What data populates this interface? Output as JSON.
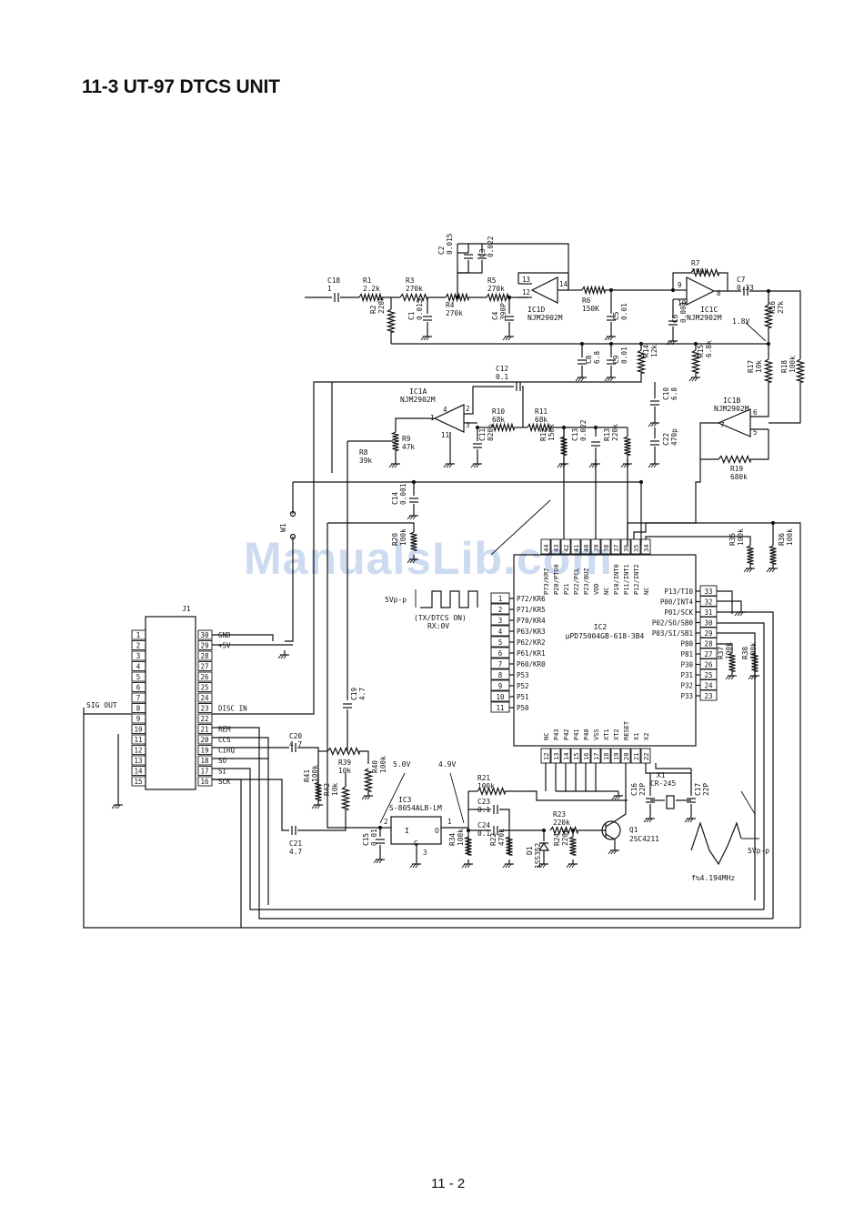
{
  "page": {
    "title": "11-3  UT-97 DTCS UNIT",
    "page_number": "11 - 2",
    "watermark": "ManualsLib.com"
  },
  "ics": {
    "ic1d": {
      "ref": "IC1D",
      "part": "NJM2902M",
      "pins": [
        "13",
        "12",
        "14"
      ]
    },
    "ic1c": {
      "ref": "IC1C",
      "part": "NJM2902M",
      "pins": [
        "9",
        "10",
        "8"
      ]
    },
    "ic1a": {
      "ref": "IC1A",
      "part": "NJM2902M",
      "pins": [
        "2",
        "3",
        "1",
        "4",
        "11"
      ]
    },
    "ic1b": {
      "ref": "IC1B",
      "part": "NJM2902M",
      "pins": [
        "6",
        "5",
        "7"
      ]
    },
    "ic2": {
      "ref": "IC2",
      "part": "μPD75004GB-618-3B4",
      "left": [
        {
          "pin": "1",
          "name": "P72/KR6"
        },
        {
          "pin": "2",
          "name": "P71/KR5"
        },
        {
          "pin": "3",
          "name": "P70/KR4"
        },
        {
          "pin": "4",
          "name": "P63/KR3"
        },
        {
          "pin": "5",
          "name": "P62/KR2"
        },
        {
          "pin": "6",
          "name": "P61/KR1"
        },
        {
          "pin": "7",
          "name": "P60/KR0"
        },
        {
          "pin": "8",
          "name": "P53"
        },
        {
          "pin": "9",
          "name": "P52"
        },
        {
          "pin": "10",
          "name": "P51"
        },
        {
          "pin": "11",
          "name": "P50"
        }
      ],
      "right": [
        {
          "pin": "33",
          "name": "P13/TI0"
        },
        {
          "pin": "32",
          "name": "P00/INT4"
        },
        {
          "pin": "31",
          "name": "P01/SCK"
        },
        {
          "pin": "30",
          "name": "P02/SO/SB0"
        },
        {
          "pin": "29",
          "name": "P03/SI/SB1"
        },
        {
          "pin": "28",
          "name": "P80"
        },
        {
          "pin": "27",
          "name": "P81"
        },
        {
          "pin": "26",
          "name": "P30"
        },
        {
          "pin": "25",
          "name": "P31"
        },
        {
          "pin": "24",
          "name": "P32"
        },
        {
          "pin": "23",
          "name": "P33"
        }
      ],
      "bottom": [
        {
          "pin": "12",
          "name": "NC"
        },
        {
          "pin": "13",
          "name": "P43"
        },
        {
          "pin": "14",
          "name": "P42"
        },
        {
          "pin": "15",
          "name": "P41"
        },
        {
          "pin": "16",
          "name": "P40"
        },
        {
          "pin": "17",
          "name": "VSS"
        },
        {
          "pin": "18",
          "name": "XT1"
        },
        {
          "pin": "19",
          "name": "XT2"
        },
        {
          "pin": "20",
          "name": "RESET"
        },
        {
          "pin": "21",
          "name": "X1"
        },
        {
          "pin": "22",
          "name": "X2"
        }
      ],
      "top": [
        {
          "pin": "44",
          "name": "P73/KR7"
        },
        {
          "pin": "43",
          "name": "P20/PTO0"
        },
        {
          "pin": "42",
          "name": "P21"
        },
        {
          "pin": "41",
          "name": "P22/PCL"
        },
        {
          "pin": "40",
          "name": "P23/BUZ"
        },
        {
          "pin": "39",
          "name": "VDD"
        },
        {
          "pin": "38",
          "name": "NC"
        },
        {
          "pin": "37",
          "name": "P10/INT0"
        },
        {
          "pin": "36",
          "name": "P11/INT1"
        },
        {
          "pin": "35",
          "name": "P12/INT2"
        },
        {
          "pin": "34",
          "name": "NC"
        }
      ]
    },
    "ic3": {
      "ref": "IC3",
      "part": "S-8054ALB-LM",
      "pins": [
        "2",
        "I",
        "O",
        "1",
        "G",
        "3"
      ]
    }
  },
  "connector": {
    "ref": "J1",
    "left_pins": [
      "1",
      "2",
      "3",
      "4",
      "5",
      "6",
      "7",
      "8",
      "9",
      "10",
      "11",
      "12",
      "13",
      "14",
      "15"
    ],
    "right_pins": [
      {
        "pin": "30",
        "label": "GND"
      },
      {
        "pin": "29",
        "label": "+5V"
      },
      {
        "pin": "28",
        "label": ""
      },
      {
        "pin": "27",
        "label": ""
      },
      {
        "pin": "26",
        "label": ""
      },
      {
        "pin": "25",
        "label": ""
      },
      {
        "pin": "24",
        "label": ""
      },
      {
        "pin": "23",
        "label": "DISC IN"
      },
      {
        "pin": "22",
        "label": ""
      },
      {
        "pin": "21",
        "label": "REM"
      },
      {
        "pin": "20",
        "label": "CCS"
      },
      {
        "pin": "19",
        "label": "CIRQ"
      },
      {
        "pin": "18",
        "label": "SO"
      },
      {
        "pin": "17",
        "label": "SI"
      },
      {
        "pin": "16",
        "label": "SCK"
      }
    ],
    "sig_out": "SIG OUT"
  },
  "components": [
    {
      "ref": "C18",
      "value": "1"
    },
    {
      "ref": "R1",
      "value": "2.2k"
    },
    {
      "ref": "R3",
      "value": "270k"
    },
    {
      "ref": "R2",
      "value": "220k"
    },
    {
      "ref": "C1",
      "value": "0.015"
    },
    {
      "ref": "R4",
      "value": "270k"
    },
    {
      "ref": "C2",
      "value": "0.015"
    },
    {
      "ref": "C3",
      "value": "0.022"
    },
    {
      "ref": "R5",
      "value": "270k"
    },
    {
      "ref": "C4",
      "value": "390P"
    },
    {
      "ref": "R6",
      "value": "150K"
    },
    {
      "ref": "C5",
      "value": "0.01"
    },
    {
      "ref": "R7",
      "value": "390k"
    },
    {
      "ref": "C7",
      "value": "0.33"
    },
    {
      "ref": "C6",
      "value": "0.001"
    },
    {
      "ref": "R16",
      "value": "27k"
    },
    {
      "ref": "C8",
      "value": "6.8"
    },
    {
      "ref": "C9",
      "value": "0.01"
    },
    {
      "ref": "R14",
      "value": "12k"
    },
    {
      "ref": "R15",
      "value": "6.8k"
    },
    {
      "ref": "R17",
      "value": "10k"
    },
    {
      "ref": "R18",
      "value": "100k"
    },
    {
      "ref": "C12",
      "value": "0.1"
    },
    {
      "ref": "R10",
      "value": "68k"
    },
    {
      "ref": "R11",
      "value": "68k"
    },
    {
      "ref": "C10",
      "value": "6.8"
    },
    {
      "ref": "R9",
      "value": "47k"
    },
    {
      "ref": "R8",
      "value": "39k"
    },
    {
      "ref": "C11",
      "value": "820p"
    },
    {
      "ref": "R12",
      "value": "150k"
    },
    {
      "ref": "C13",
      "value": "0.022"
    },
    {
      "ref": "R13",
      "value": "220k"
    },
    {
      "ref": "C22",
      "value": "470p"
    },
    {
      "ref": "R19",
      "value": "680k"
    },
    {
      "ref": "C14",
      "value": "0.001"
    },
    {
      "ref": "R20",
      "value": "100k"
    },
    {
      "ref": "W1",
      "value": ""
    },
    {
      "ref": "R35",
      "value": "100k"
    },
    {
      "ref": "R36",
      "value": "100k"
    },
    {
      "ref": "R37",
      "value": "100k"
    },
    {
      "ref": "R38",
      "value": "100k"
    },
    {
      "ref": "C19",
      "value": "4.7"
    },
    {
      "ref": "C20",
      "value": "4.7"
    },
    {
      "ref": "R39",
      "value": "10k"
    },
    {
      "ref": "R41",
      "value": "100k"
    },
    {
      "ref": "R42",
      "value": "10k"
    },
    {
      "ref": "R40",
      "value": "100k"
    },
    {
      "ref": "C21",
      "value": "4.7"
    },
    {
      "ref": "C15",
      "value": "0.01"
    },
    {
      "ref": "R21",
      "value": "100k"
    },
    {
      "ref": "C23",
      "value": "0.1"
    },
    {
      "ref": "C24",
      "value": "0.1"
    },
    {
      "ref": "R34",
      "value": "100k"
    },
    {
      "ref": "R22",
      "value": "470k"
    },
    {
      "ref": "R23",
      "value": "220k"
    },
    {
      "ref": "R24",
      "value": "220k"
    },
    {
      "ref": "C16",
      "value": "22P"
    },
    {
      "ref": "C17",
      "value": "22P"
    }
  ],
  "semis": {
    "d1": {
      "ref": "D1",
      "part": "1SS352"
    },
    "q1": {
      "ref": "Q1",
      "part": "2SC4211"
    },
    "x1": {
      "ref": "X1",
      "part": "CR-245"
    }
  },
  "annotations": {
    "v18": "1.8V",
    "v50": "5.0V",
    "v49": "4.9V",
    "wave_amp": "5Vp-p",
    "wave_tx": "(TX/DTCS ON)",
    "wave_rx": "RX:0V",
    "osc_amp": "5Vp-p",
    "osc_freq": "f≒4.194MHz"
  }
}
